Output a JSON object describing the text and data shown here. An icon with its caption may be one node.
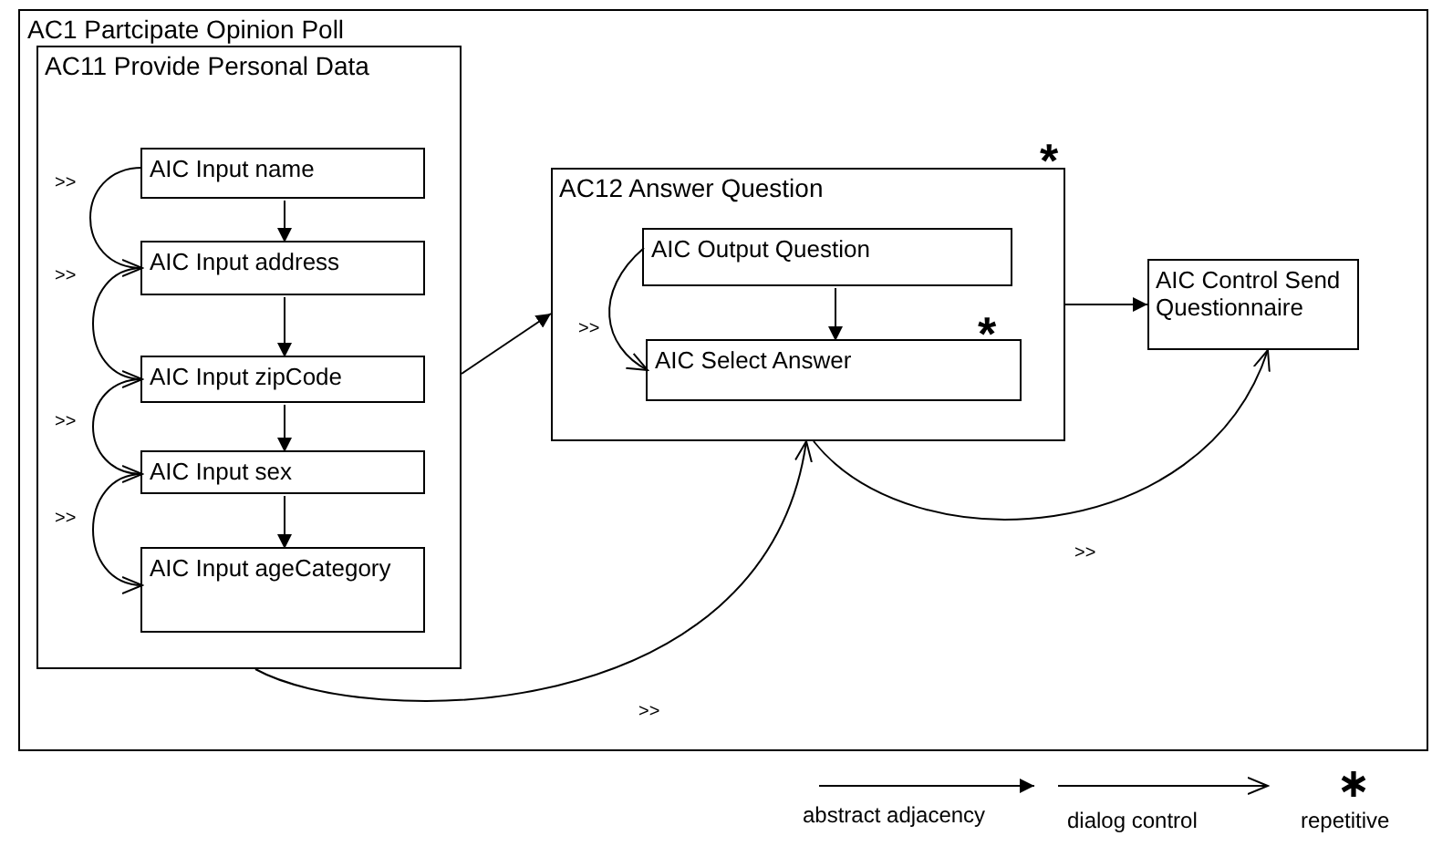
{
  "diagram": {
    "nodes": [
      {
        "text": [
          "AC1 Partcipate Opinion Poll"
        ]
      },
      {
        "text": [
          "AC11 Provide Personal Data"
        ],
        "in": 0
      },
      {
        "text": [
          "AIC Input name"
        ],
        "in": 1
      },
      {
        "text": [
          "AIC Input address"
        ],
        "in": 1
      },
      {
        "text": [
          "AIC Input zipCode"
        ],
        "in": 1
      },
      {
        "text": [
          "AIC Input sex"
        ],
        "in": 1
      },
      {
        "text": [
          "AIC Input ageCategory"
        ],
        "in": 1
      },
      {
        "text": [
          "AC12 Answer Question"
        ],
        "in": 0,
        "beside": [
          "*"
        ]
      },
      {
        "text": [
          "AIC Output Question"
        ],
        "in": 7
      },
      {
        "text": [
          "AIC Select Answer"
        ],
        "in": 7,
        "beside": [
          "*"
        ]
      },
      {
        "text": [
          "AIC Control Send Questionnaire"
        ],
        "in": 0
      }
    ],
    "edges": [
      {
        "from": 2,
        "to": 3,
        "arrow": "to"
      },
      {
        "from": 3,
        "to": 4,
        "arrow": "to"
      },
      {
        "from": 4,
        "to": 5,
        "arrow": "to"
      },
      {
        "from": 5,
        "to": 6,
        "arrow": "to"
      },
      {
        "from": 8,
        "to": 9,
        "arrow": "to"
      },
      {
        "from": 1,
        "to": 7,
        "arrow": "to"
      },
      {
        "from": 7,
        "to": 10,
        "arrow": "to"
      },
      {
        "from": 2,
        "to": 3,
        "arrow": "to",
        "label": ">>"
      },
      {
        "from": 3,
        "to": 4,
        "arrow": "to",
        "label": ">>"
      },
      {
        "from": 4,
        "to": 5,
        "arrow": "to",
        "label": ">>"
      },
      {
        "from": 5,
        "to": 6,
        "arrow": "to",
        "label": ">>"
      },
      {
        "from": 8,
        "to": 9,
        "arrow": "to",
        "label": ">>"
      },
      {
        "from": 1,
        "to": 7,
        "arrow": "to",
        "label": ">>"
      },
      {
        "from": 7,
        "to": 10,
        "arrow": "to",
        "label": ">>"
      }
    ],
    "legend": [
      {
        "text": "abstract adjacency"
      },
      {
        "text": "dialog control"
      },
      {
        "text": "repetitive"
      }
    ]
  }
}
